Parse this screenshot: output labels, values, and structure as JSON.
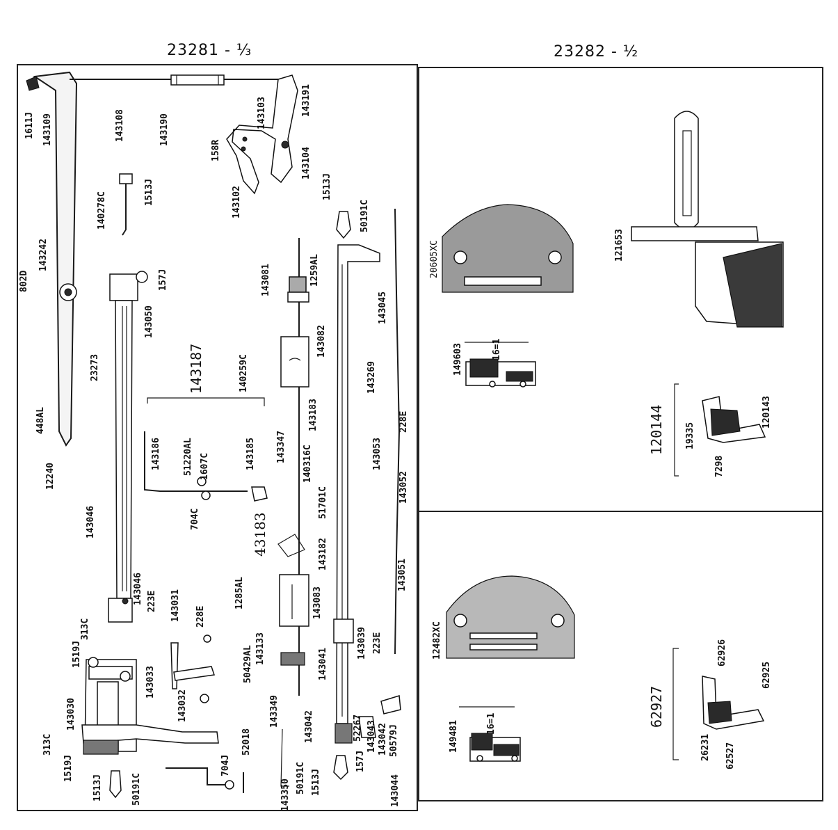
{
  "left_title": "23281 - ⅓",
  "right_title": "23282 - ½",
  "labels": {
    "l1611J": "1611J",
    "l143109": "143109",
    "l143108": "143108",
    "l143190": "143190",
    "l143191": "143191",
    "l143103": "143103",
    "l158R": "158R",
    "l143104": "143104",
    "l143102": "143102",
    "l140278C": "140278C",
    "l1513Ja": "1513J",
    "l143242": "143242",
    "l802D": "802D",
    "l157Ja": "157J",
    "l143050": "143050",
    "l23273": "23273",
    "l143187": "143187",
    "l140259C": "140259C",
    "l143081": "143081",
    "l1259AL": "1259AL",
    "l1513Jb": "1513J",
    "l50191Ca": "50191C",
    "l143045": "143045",
    "l143082": "143082",
    "l143269": "143269",
    "l448AL": "448AL",
    "l12240": "12240",
    "l143186": "143186",
    "l51220AL": "51220AL",
    "l1607C": "1607C",
    "l143185": "143185",
    "l143046a": "143046",
    "l704C": "704C",
    "l143347": "143347",
    "l140316C": "140316C",
    "l143183": "143183",
    "l143053": "143053",
    "l228Ea": "228E",
    "l143052": "143052",
    "l51701C": "51701C",
    "l143182": "143182",
    "l43183hand": "43183",
    "l143051": "143051",
    "l1285AL": "1285AL",
    "l143083": "143083",
    "l143046b": "143046",
    "l223Ea": "223E",
    "l143031": "143031",
    "l228Eb": "228E",
    "l313Ca": "313C",
    "l1519Ja": "1519J",
    "l143033": "143033",
    "l143032": "143032",
    "l50429AL": "50429AL",
    "l143133": "143133",
    "l143041": "143041",
    "l143039": "143039",
    "l223Eb": "223E",
    "l143030": "143030",
    "l313Cb": "313C",
    "l1519Jb": "1519J",
    "l143349": "143349",
    "l143042a": "143042",
    "l52267": "52267",
    "l143043": "143043",
    "l143042b": "143042",
    "l50579J": "50579J",
    "l1513Jc": "1513J",
    "l50191Cb": "50191C",
    "l52018": "52018",
    "l704J": "704J",
    "l143350": "143350",
    "l50191Cc": "50191C",
    "l1513Jd": "1513J",
    "l157Jb": "157J",
    "l143044": "143044",
    "l20605XC": "20605XC",
    "l149603": "149603",
    "l16eq1a": "16=1",
    "l121653": "121653",
    "l120144": "120144",
    "l19335": "19335",
    "l120143": "120143",
    "l7298": "7298",
    "l12482XC": "12482XC",
    "l149481": "149481",
    "l16eq1b": "16=1",
    "l62927": "62927",
    "l62926": "62926",
    "l62925": "62925",
    "l26231": "26231",
    "l62527": "62527"
  }
}
